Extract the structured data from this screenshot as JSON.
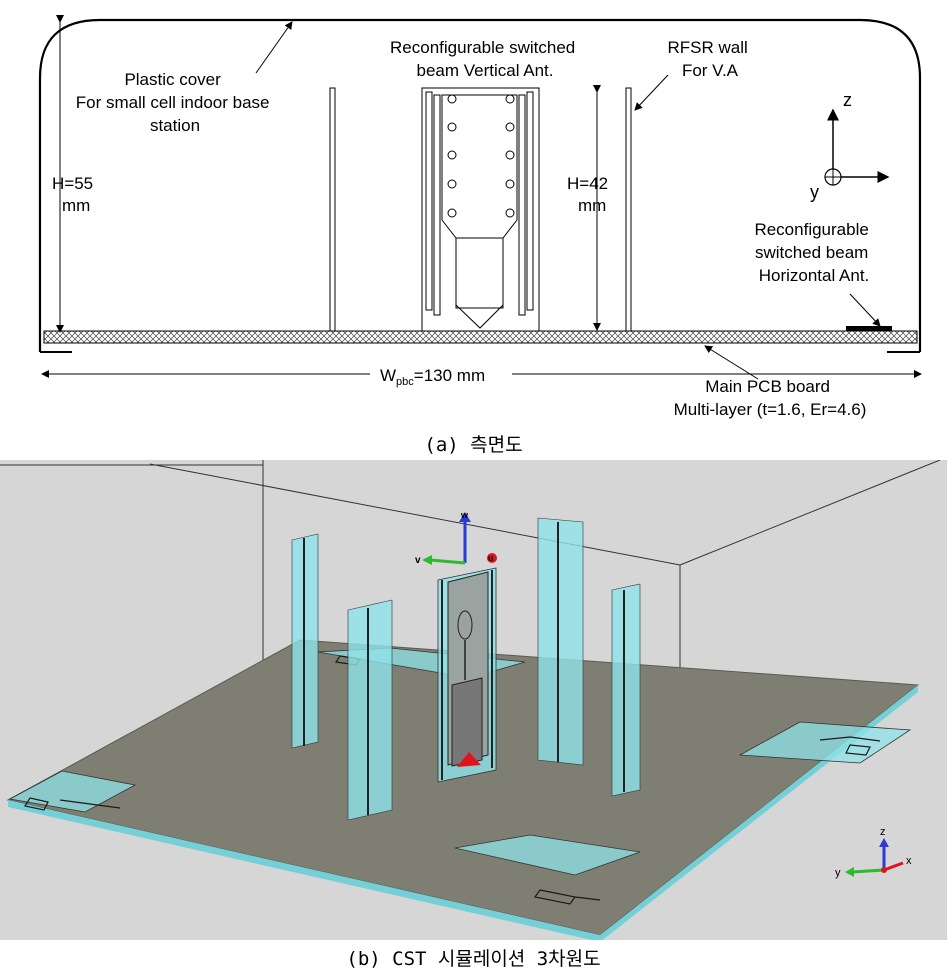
{
  "side_view": {
    "plastic_cover_label": [
      "Plastic cover",
      "For small cell indoor base",
      "station"
    ],
    "vertical_ant_label": [
      "Reconfigurable switched",
      "beam Vertical Ant."
    ],
    "rfsr_label": [
      "RFSR wall",
      "For V.A"
    ],
    "height_outer": [
      "H=55",
      "mm"
    ],
    "height_inner": [
      "H=42",
      "mm"
    ],
    "horizontal_ant_label": [
      "Reconfigurable",
      "switched beam",
      "Horizontal Ant."
    ],
    "width_label": {
      "main": "W",
      "sub": "pbc",
      "rest": "=130 mm"
    },
    "pcb_label": [
      "Main PCB board",
      "Multi-layer (t=1.6, Er=4.6)"
    ],
    "axis_z": "z",
    "axis_y": "y"
  },
  "view3d": {
    "axis_top": {
      "w": "w",
      "v": "v",
      "u": "u"
    },
    "axis_corner": {
      "z": "z",
      "y": "y",
      "x": "x"
    }
  },
  "captions": {
    "a": "(a) 측면도",
    "b": "(b) CST 시뮬레이션 3차원도"
  },
  "colors": {
    "board": "#7e7f72",
    "wall": "#8fe3ea",
    "background3d": "#d6d6d6",
    "feed": "#e0141d"
  }
}
